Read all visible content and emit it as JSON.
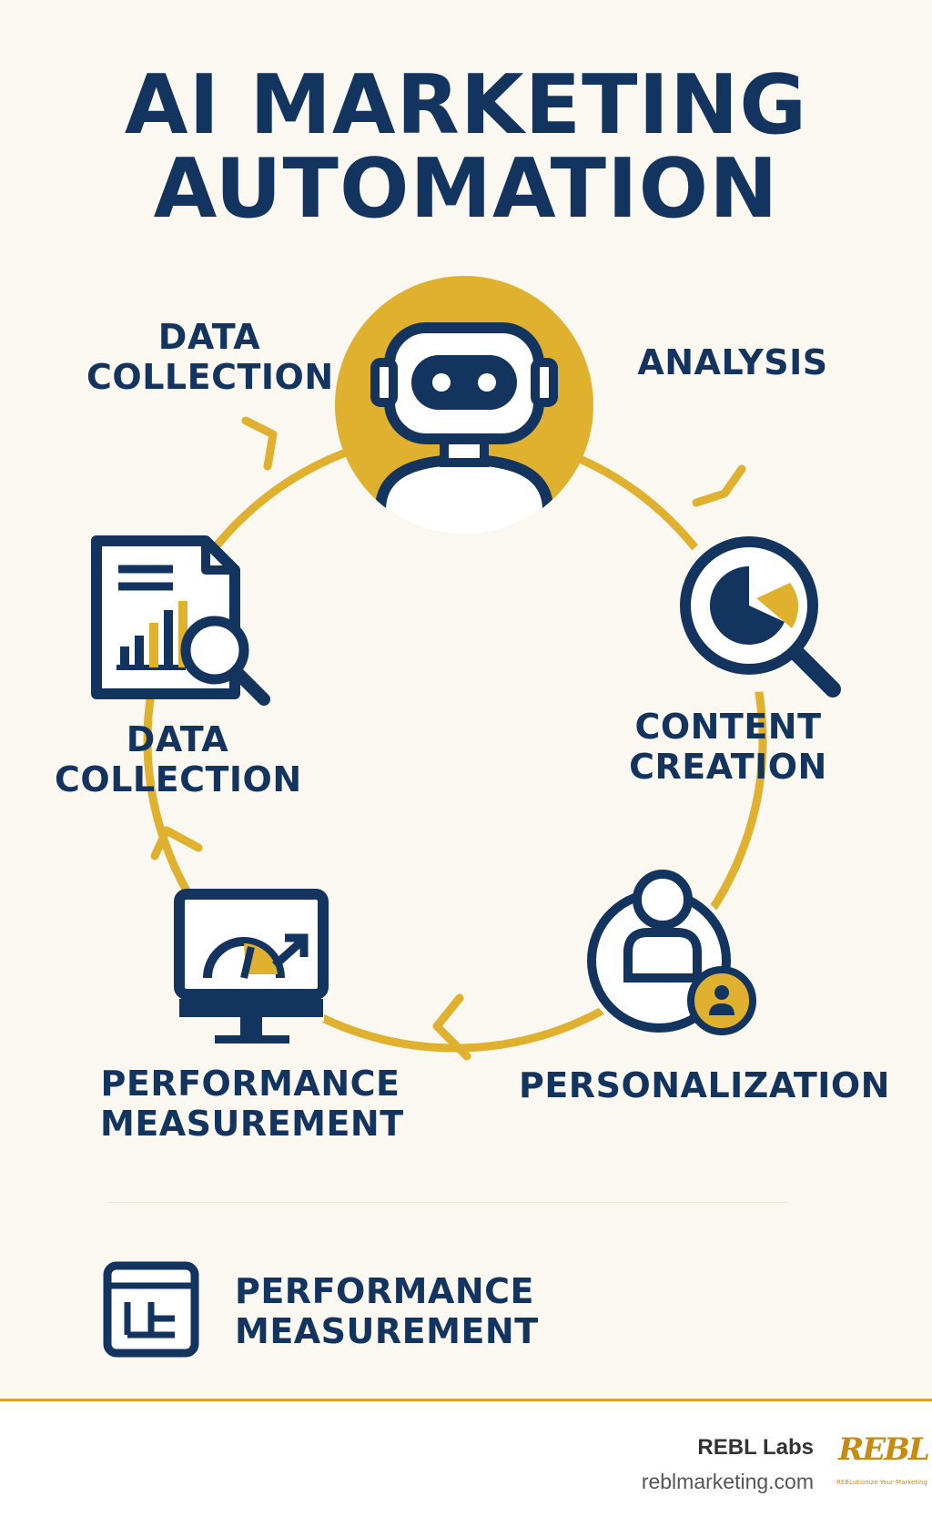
{
  "title": {
    "line1": "AI MARKETING",
    "line2": "AUTOMATION"
  },
  "cycle_labels": {
    "top_left": {
      "line1": "DATA",
      "line2": "COLLECTION"
    },
    "top_right": {
      "line1": "ANALYSIS"
    },
    "right": {
      "line1": "CONTENT",
      "line2": "CREATION"
    },
    "bottom_right": {
      "line1": "PERSONALIZATION"
    },
    "bottom_left": {
      "line1": "PERFORMANCE",
      "line2": "MEASUREMENT"
    },
    "left": {
      "line1": "DATA",
      "line2": "COLLECTION"
    }
  },
  "legend": {
    "line1": "PERFORMANCE",
    "line2": "MEASUREMENT"
  },
  "footer": {
    "brand_name": "REBL Labs",
    "brand_url": "reblmarketing.com",
    "logo_text": "REBL",
    "logo_tagline": "REBLutionize Your Marketing"
  },
  "colors": {
    "navy": "#12345e",
    "gold": "#e0b12e",
    "background": "#fbf8f1"
  },
  "icons": [
    "robot-icon",
    "magnifier-pie-icon",
    "person-badge-icon",
    "monitor-gauge-icon",
    "document-chart-search-icon",
    "dashboard-square-icon"
  ]
}
